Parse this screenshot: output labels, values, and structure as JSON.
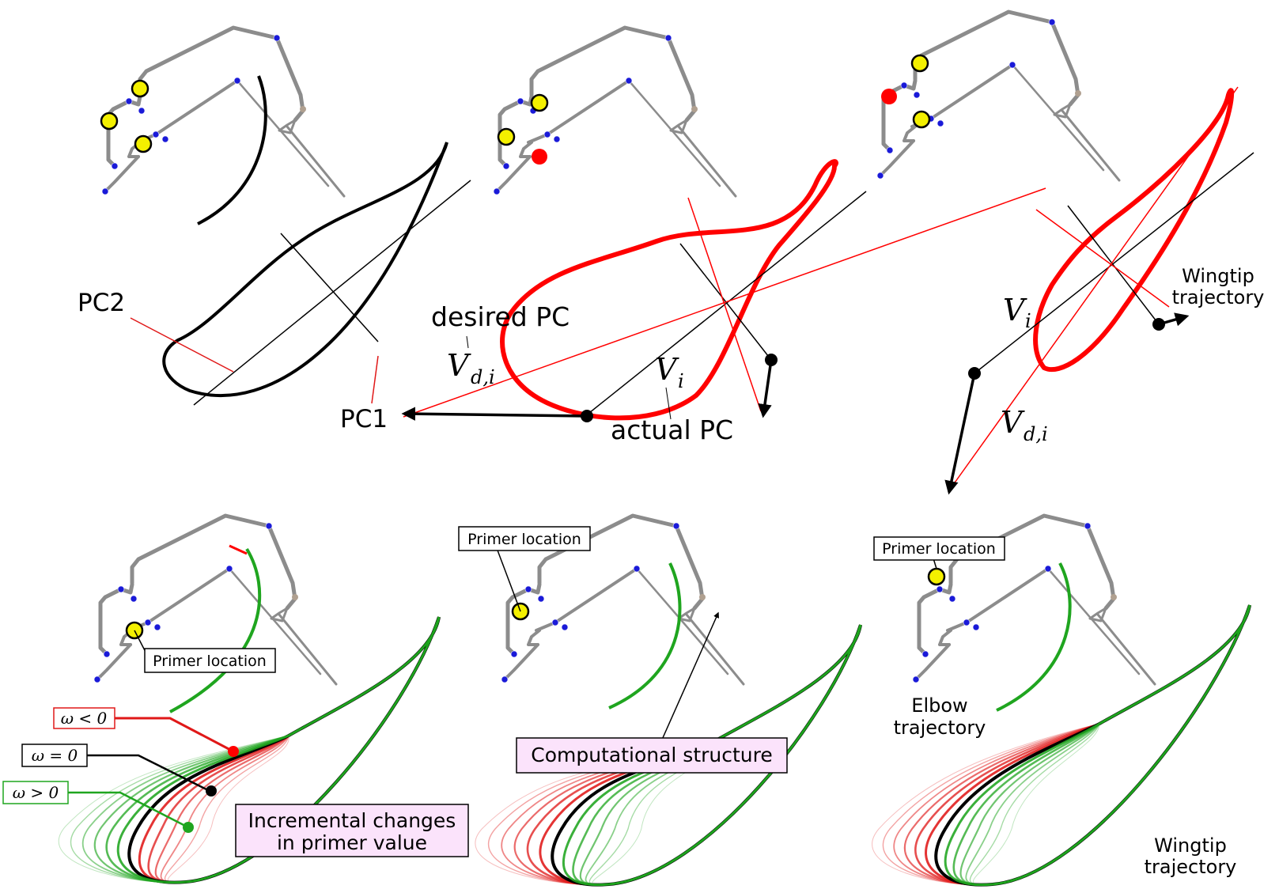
{
  "colors": {
    "skeleton": "#8c8c8c",
    "joint": "#1a1ad8",
    "primer": "#f4f000",
    "highlight": "#ff0000",
    "curve": "#000000",
    "negative_family": "#e01818",
    "positive_family": "#1fa51f",
    "callout_fill": "#fbe3fb"
  },
  "top_panels": {
    "pc2_label": "PC2",
    "pc1_label": "PC1",
    "desired_pc_label": "desired PC",
    "vd_symbol": "V",
    "vd_subscript": "d,i",
    "vi_symbol": "V",
    "vi_subscript": "i",
    "actual_pc_label": "actual PC",
    "vi_right_symbol": "V",
    "vi_right_subscript": "i",
    "vd_right_symbol": "V",
    "vd_right_subscript": "d,i",
    "wingtip_label_line1": "Wingtip",
    "wingtip_label_line2": "trajectory"
  },
  "bottom_panels": {
    "left_primer_label": "Primer location",
    "middle_primer_label": "Primer location",
    "right_primer_label": "Primer location",
    "omega_negative": "ω < 0",
    "omega_zero": "ω = 0",
    "omega_positive": "ω > 0",
    "incremental_line1": "Incremental changes",
    "incremental_line2": "in primer value",
    "computational_structure": "Computational structure",
    "elbow_line1": "Elbow",
    "elbow_line2": "trajectory",
    "wingtip_line1": "Wingtip",
    "wingtip_line2": "trajectory"
  }
}
